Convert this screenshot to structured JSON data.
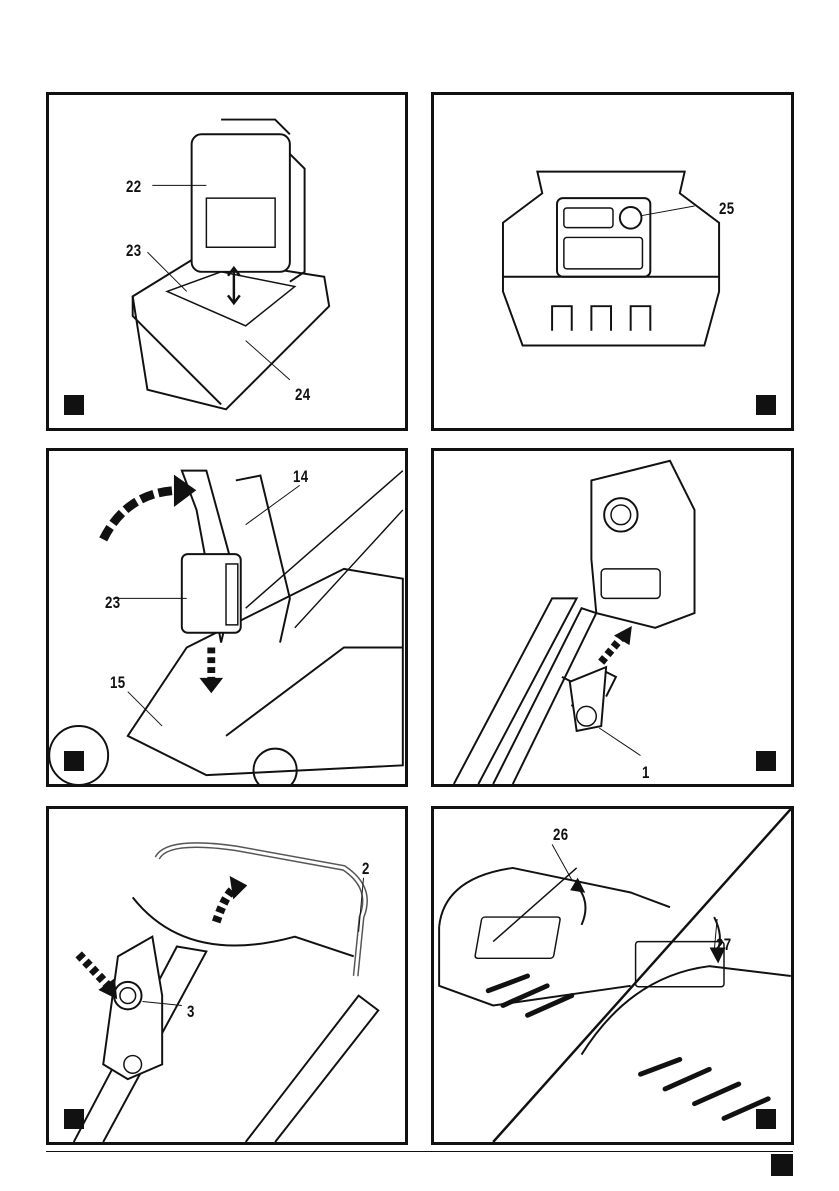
{
  "panels": [
    {
      "id": "A",
      "callouts": {
        "c1": "22",
        "c2": "23",
        "c3": "24"
      }
    },
    {
      "id": "B",
      "callouts": {
        "c1": "25"
      }
    },
    {
      "id": "C",
      "callouts": {
        "c1": "14",
        "c2": "23",
        "c3": "15"
      }
    },
    {
      "id": "D",
      "callouts": {
        "c1": "1"
      }
    },
    {
      "id": "E",
      "callouts": {
        "c1": "2",
        "c2": "3"
      }
    },
    {
      "id": "F",
      "callouts": {
        "c1": "26",
        "c2": "27"
      }
    }
  ],
  "icons": [
    "battery-pack-icon",
    "charger-icon",
    "charge-indicator-icon",
    "mower-icon",
    "handle-icon",
    "arrow-icon"
  ]
}
